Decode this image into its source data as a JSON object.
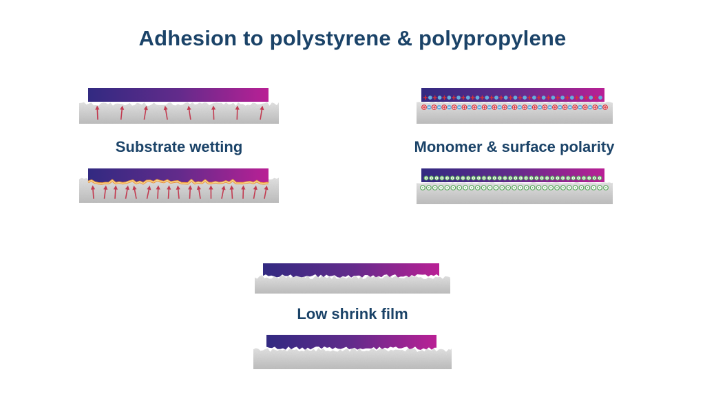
{
  "title": "Adhesion to polystyrene & polypropylene",
  "panels": [
    {
      "id": "substrate-wetting",
      "label": "Substrate wetting"
    },
    {
      "id": "monomer-surface-polarity",
      "label": "Monomer & surface polarity"
    },
    {
      "id": "low-shrink-film",
      "label": "Low shrink film"
    }
  ],
  "figures": {
    "wetting_poor": {
      "arrow_count": 8
    },
    "wetting_good": {
      "arrow_count": 17
    },
    "polar": {
      "film_symbol_count": 38,
      "substrate_symbol_count": 37
    },
    "nonpolar": {
      "film_circle_count": 34,
      "substrate_circle_count": 31
    }
  },
  "icons": {
    "arrow": "up-arrow-icon",
    "plus": "plus-charge-icon",
    "minus": "minus-charge-icon",
    "nonpolar": "nonpolar-circle-icon"
  },
  "colors": {
    "background": "#ffffff",
    "text_navy": "#1b4368",
    "film_left": "#322a81",
    "film_mid": "#622b8b",
    "film_right": "#b92095",
    "substrate_light": "#e6e6e6",
    "substrate_dark": "#b8b8b8",
    "arrow_red": "#c23a50",
    "plus_red": "#d63038",
    "ion_blue": "#64aede",
    "polar_green": "#58a85a",
    "wetting_line_orange": "#e8913e",
    "wetting_line_yellow": "#f8d78a"
  }
}
